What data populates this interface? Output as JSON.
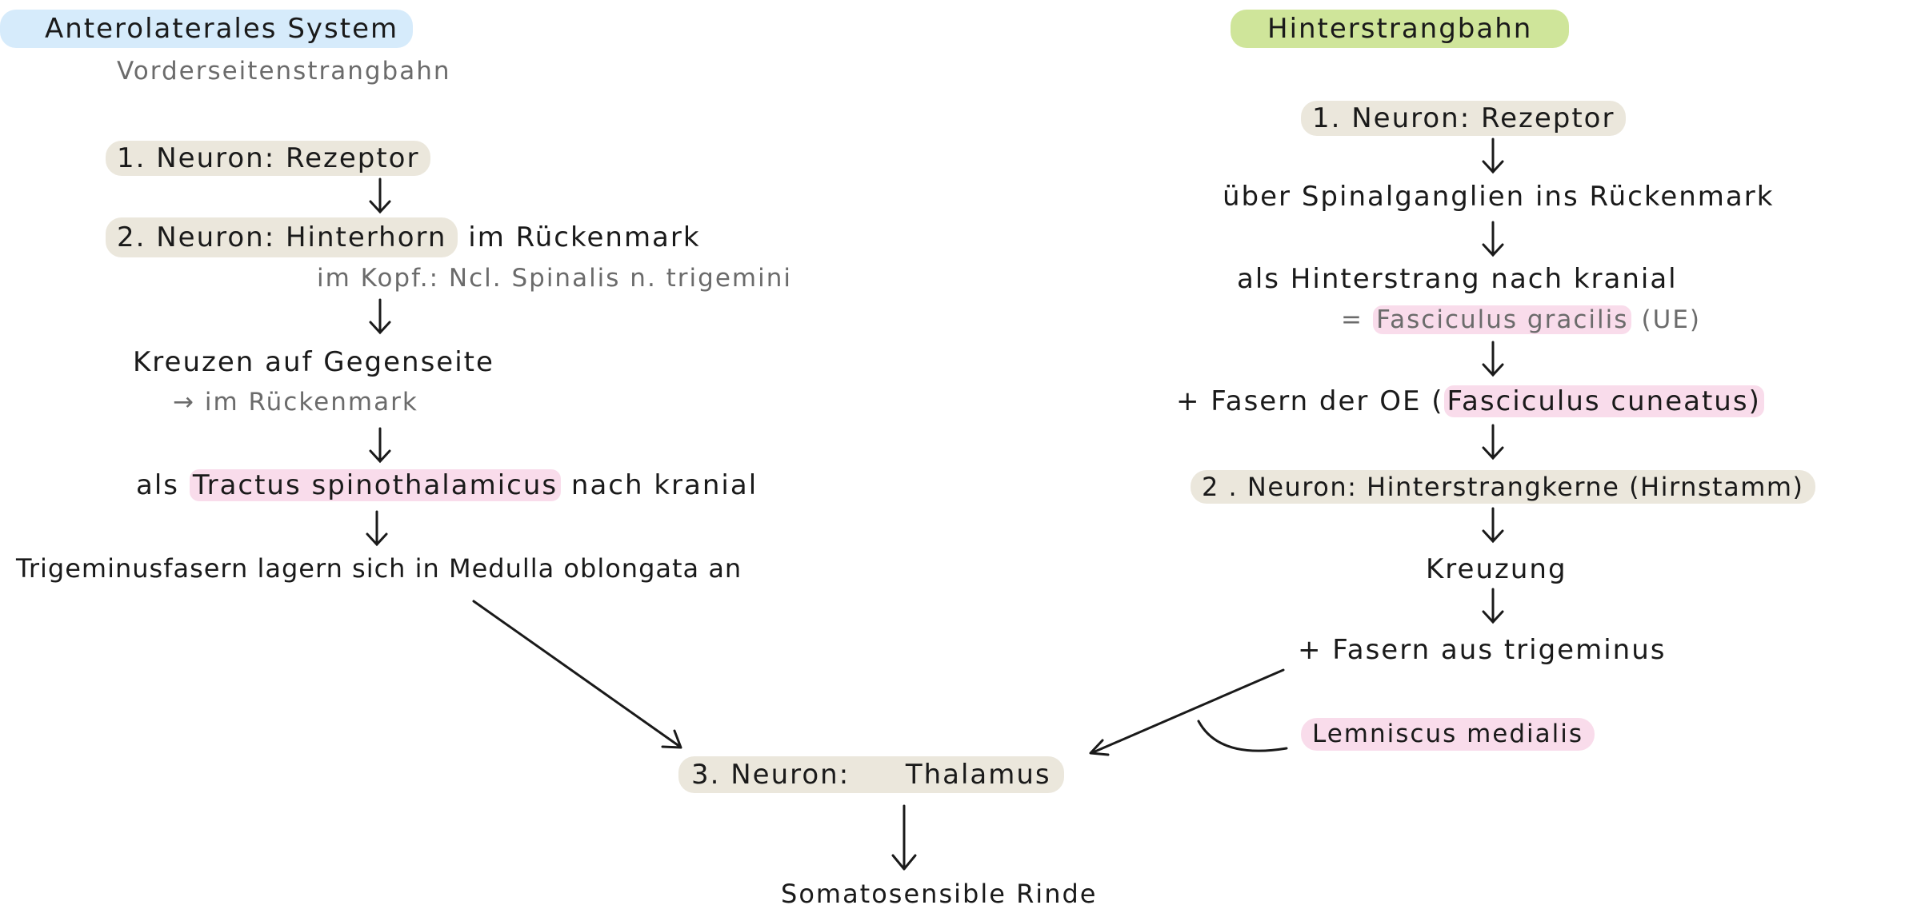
{
  "left": {
    "title": "Anterolaterales  System",
    "subtitle": "Vorderseitenstrangbahn",
    "n1": "1. Neuron:  Rezeptor",
    "n2_highlight": "2. Neuron:  Hinterhorn",
    "n2_rest": "im  Rückenmark",
    "n2_note": "im  Kopf.:  Ncl. Spinalis  n. trigemini",
    "cross": "Kreuzen  auf  Gegenseite",
    "cross_note": "→ im  Rückenmark",
    "tract_pre": "als",
    "tract_highlight": "Tractus  spinothalamicus",
    "tract_post": "nach  kranial",
    "trig": "Trigeminusfasern  lagern  sich in  Medulla  oblongata  an"
  },
  "right": {
    "title": "Hinterstrangbahn",
    "n1": "1. Neuron:  Rezeptor",
    "spinal": "über   Spinalganglien  ins  Rückenmark",
    "hs": "als   Hinterstrang  nach  kranial",
    "grac_pre": "=",
    "grac_highlight": "Fasciculus  gracilis",
    "grac_post": "(UE)",
    "fasern_pre": "+ Fasern  der  OE  (",
    "fasern_highlight": "Fasciculus  cuneatus)",
    "n2": "2 . Neuron:  Hinterstrangkerne  (Hirnstamm)",
    "kreuzung": "Kreuzung",
    "trig": "+  Fasern  aus  trigeminus",
    "lemniscus": "Lemniscus  medialis"
  },
  "center": {
    "n3_label": "3. Neuron:",
    "n3_value": "Thalamus",
    "cortex": "Somatosensible  Rinde"
  },
  "colors": {
    "beige": "#ebe7dc",
    "pink": "#f9dceb",
    "blue": "#d6ebfb",
    "green": "#cfe59a"
  }
}
